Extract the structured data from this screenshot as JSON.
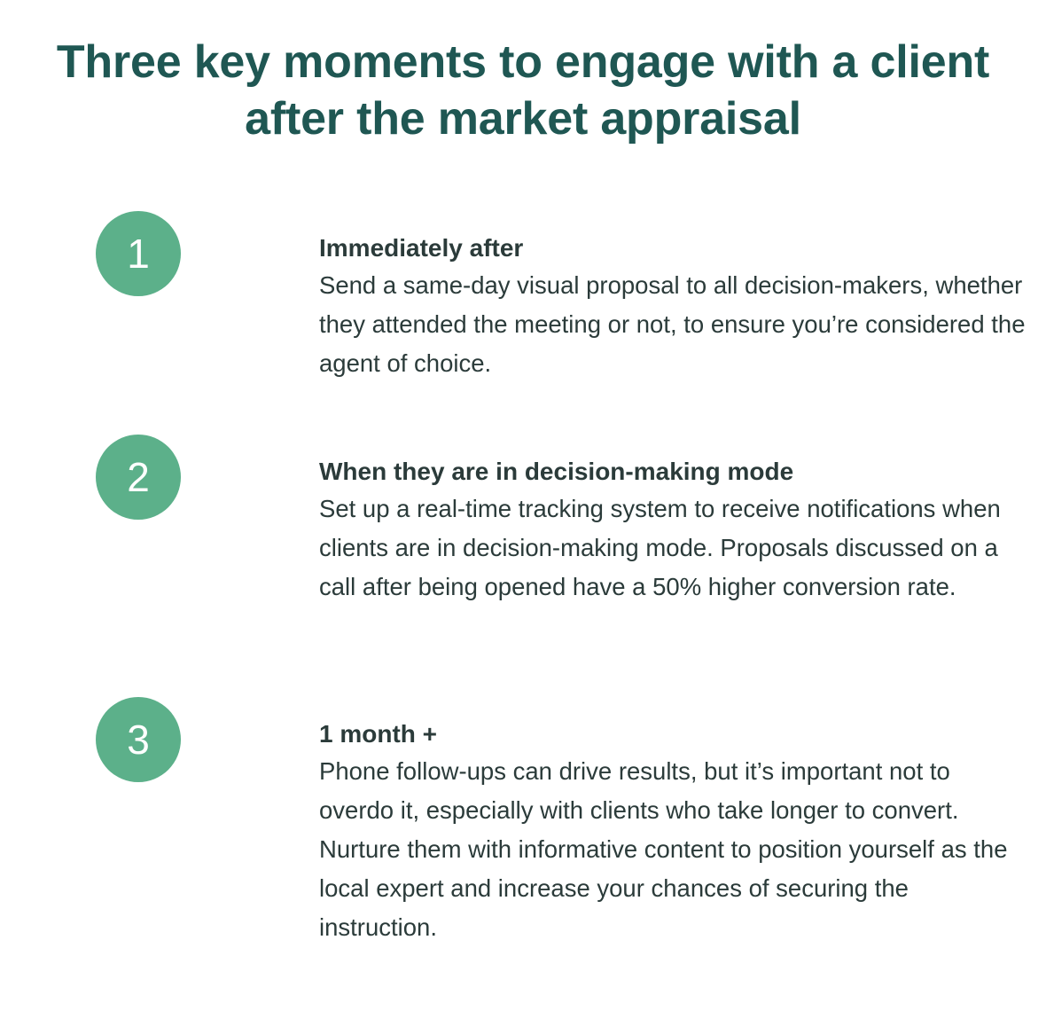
{
  "title": {
    "line1": "Three key moments to engage with a client",
    "line2": "after the market appraisal"
  },
  "steps": [
    {
      "number": "1",
      "heading": "Immediately after",
      "body": "Send a same-day visual proposal to all decision-makers, whether they attended the meeting or not, to ensure you’re considered the agent of choice."
    },
    {
      "number": "2",
      "heading": "When they are in decision-making mode",
      "body": "Set up a real-time tracking system to receive notifications when clients are in decision-making mode. Proposals discussed on a call after being opened have a 50% higher conversion rate."
    },
    {
      "number": "3",
      "heading": "1 month +",
      "body": "Phone follow-ups can drive results, but it’s important not to overdo it, especially with clients who take longer to convert. Nurture them with informative content to position yourself as the local expert and increase your chances of securing the instruction."
    }
  ],
  "colors": {
    "title": "#1f5753",
    "badge": "#5cb08a",
    "text": "#2b3b3a"
  }
}
